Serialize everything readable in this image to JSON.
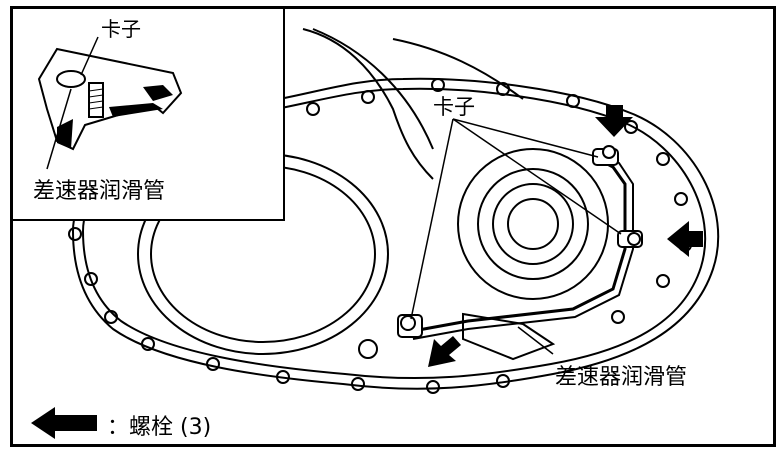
{
  "labels": {
    "inset_clip": "卡子",
    "inset_tube": "差速器润滑管",
    "main_clip": "卡子",
    "main_tube": "差速器润滑管",
    "legend_text": "：螺栓 (3)"
  },
  "icons": {
    "arrow": "bolt-arrow-icon"
  },
  "colors": {
    "line": "#000000",
    "background": "#ffffff"
  }
}
